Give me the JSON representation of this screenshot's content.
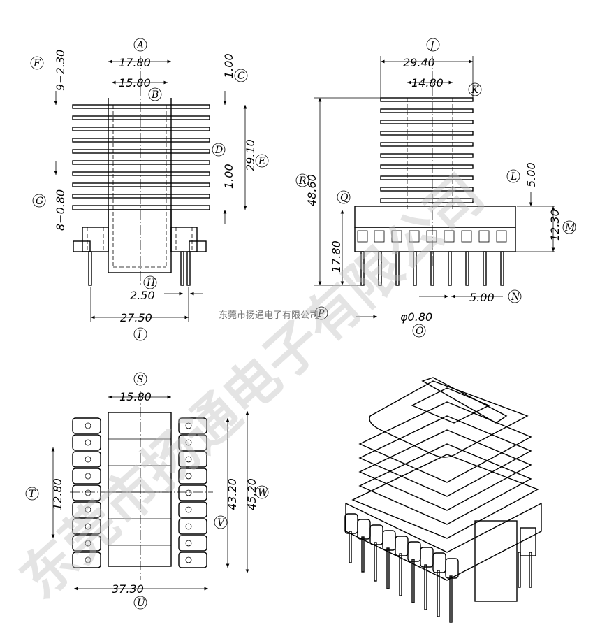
{
  "drawing": {
    "company_label": "东莞市扬通电子有限公司",
    "watermark": "东莞市扬通电子有限公司",
    "front_view": {
      "dims": {
        "A": "17.80",
        "B": "15.80",
        "C": "1.00",
        "D": "1.00",
        "E": "29.10",
        "F": "9−2.30",
        "G": "8−0.80",
        "H": "2.50",
        "I": "27.50"
      }
    },
    "side_view": {
      "dims": {
        "J": "29.40",
        "K": "14.80",
        "L": "5.00",
        "M": "12.30",
        "N": "5.00",
        "O": "φ0.80",
        "P": "",
        "Q": "17.80",
        "R": "48.60"
      }
    },
    "bottom_view": {
      "dims": {
        "S": "15.80",
        "T": "12.80",
        "U": "37.30",
        "V": "43.20",
        "W": "45.20"
      }
    },
    "labels": [
      "A",
      "B",
      "C",
      "D",
      "E",
      "F",
      "G",
      "H",
      "I",
      "J",
      "K",
      "L",
      "M",
      "N",
      "O",
      "P",
      "Q",
      "R",
      "S",
      "T",
      "U",
      "V",
      "W"
    ]
  }
}
